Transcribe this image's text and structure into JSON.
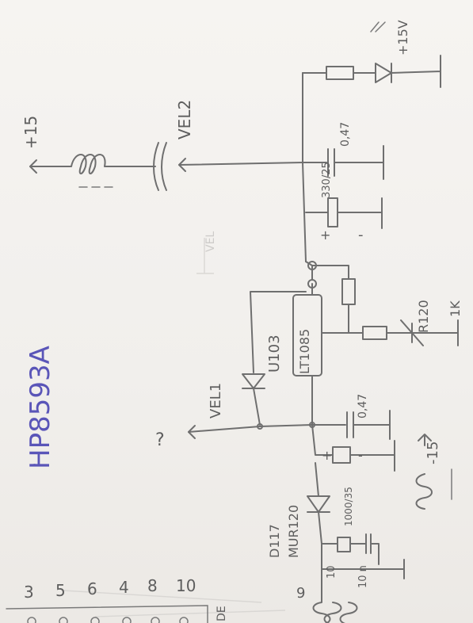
{
  "title": "HP8593A",
  "labels": {
    "p15_top": "+15",
    "vel2": "VEL2",
    "p15v": "+15V",
    "c047_top": "0,47",
    "c330": "330/25",
    "u103": "U103",
    "lt1085": "LT1085",
    "r120": "R120",
    "r1k": "1K",
    "vel1": "VEL1",
    "c047_mid": "0,47",
    "c1000": "1000/35",
    "m15": "-15",
    "d117": "D117",
    "mur120": "MUR120",
    "r10": "10",
    "c10n": "10 n",
    "node9": "9",
    "q": "?",
    "plus_a": "+",
    "minus_a": "-",
    "plus_b": "+",
    "minus_b": "-",
    "faint_vel": "VEL"
  },
  "connector": {
    "numbers": [
      "3",
      "5",
      "6",
      "4",
      "8",
      "10"
    ],
    "side_label": "DE"
  },
  "colors": {
    "ink": "#6f6f6f",
    "title": "#5a55b8"
  }
}
